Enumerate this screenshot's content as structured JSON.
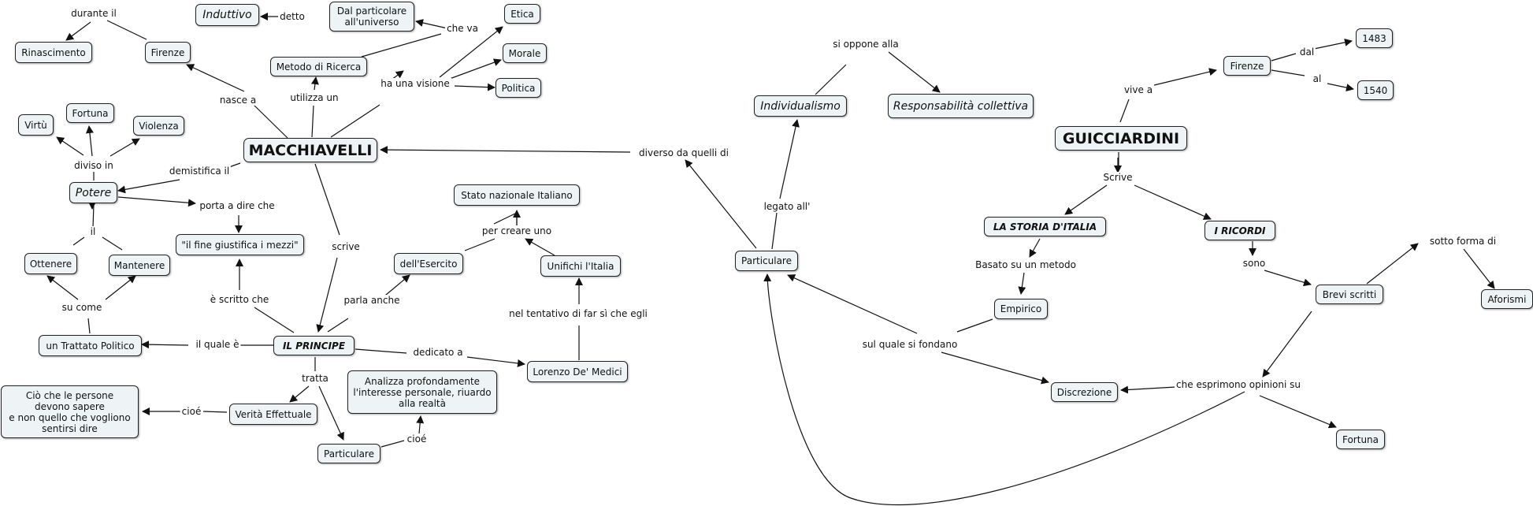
{
  "concepts": {
    "induttivo": "Induttivo",
    "particolare_universo": "Dal particolare\nall'universo",
    "etica": "Etica",
    "morale": "Morale",
    "politica": "Politica",
    "rinascimento": "Rinascimento",
    "firenze_m": "Firenze",
    "metodo": "Metodo di Ricerca",
    "virtu": "Virtù",
    "fortuna_m": "Fortuna",
    "violenza": "Violenza",
    "macchiavelli": "MACCHIAVELLI",
    "potere": "Potere",
    "fine": "\"il fine giustifica i mezzi\"",
    "stato": "Stato nazionale Italiano",
    "ottenere": "Ottenere",
    "mantenere": "Mantenere",
    "esercito": "dell'Esercito",
    "unifichi": "Unifichi l'Italia",
    "trattato": "un Trattato Politico",
    "principe": "IL PRINCIPE",
    "lorenzo": "Lorenzo De' Medici",
    "cio_persone": "Ciò che le persone\ndevono sapere\ne non quello che vogliono\nsentirsi dire",
    "verita": "Verità Effettuale",
    "analizza": "Analizza profondamente\nl'interesse personale, riuardo\nalla realtà",
    "particulare_m": "Particulare",
    "individualismo": "Individualismo",
    "responsabilita": "Responsabilità collettiva",
    "particulare_g": "Particulare",
    "guicciardini": "GUICCIARDINI",
    "firenze_g": "Firenze",
    "anno_1483": "1483",
    "anno_1540": "1540",
    "storia": "LA STORIA D'ITALIA",
    "ricordi": "I RICORDI",
    "empirico": "Empirico",
    "brevi": "Brevi scritti",
    "aforismi": "Aforismi",
    "discrezione": "Discrezione",
    "fortuna_g": "Fortuna"
  },
  "links": {
    "durante_il": "durante il",
    "detto": "detto",
    "che_va": "che va",
    "nasce_a": "nasce a",
    "utilizza_un": "utilizza un",
    "ha_una_visione": "ha una visione",
    "diviso_in": "diviso in",
    "demistifica_il": "demistifica il",
    "porta_a_dire_che": "porta a dire che",
    "il": "il",
    "su_come": "su come",
    "e_scritto_che": "è scritto che",
    "scrive_m": "scrive",
    "per_creare_uno": "per creare uno",
    "parla_anche": "parla anche",
    "nel_tentativo": "nel tentativo di far sì che egli",
    "il_quale_e": "il quale è",
    "dedicato_a": "dedicato a",
    "tratta": "tratta",
    "cioe_1": "cioé",
    "cioe_2": "cioé",
    "diverso_da": "diverso da quelli di",
    "si_oppone_alla": "si oppone alla",
    "legato_all": "legato all'",
    "vive_a": "vive a",
    "dal": "dal",
    "al": "al",
    "scrive_g": "Scrive",
    "basato_su": "Basato su un metodo",
    "sono": "sono",
    "sotto_forma_di": "sotto forma di",
    "sul_quale": "sul quale si fondano",
    "che_esprimono": "che esprimono opinioni su"
  }
}
